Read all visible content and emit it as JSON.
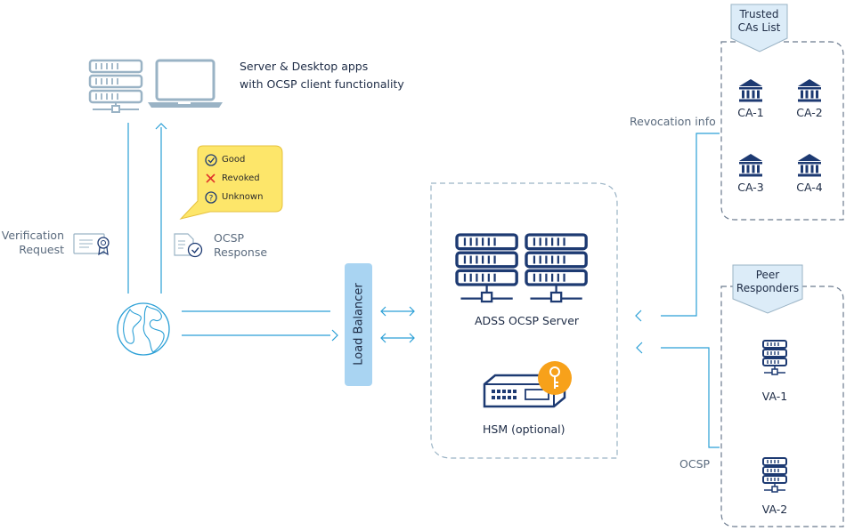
{
  "clients": {
    "line1": "Server & Desktop apps",
    "line2": "with OCSP client functionality"
  },
  "status_bubble": {
    "items": [
      {
        "label": "Good",
        "icon": "check-circle-icon"
      },
      {
        "label": "Revoked",
        "icon": "x-mark-icon"
      },
      {
        "label": "Unknown",
        "icon": "question-circle-icon"
      }
    ]
  },
  "verification": {
    "line1": "Verification",
    "line2": "Request"
  },
  "ocsp_response": {
    "line1": "OCSP",
    "line2": "Response"
  },
  "load_balancer": {
    "label": "Load Balancer"
  },
  "adss": {
    "server_label": "ADSS OCSP Server",
    "hsm_label": "HSM (optional)"
  },
  "trusted": {
    "title_line1": "Trusted",
    "title_line2": "CAs List",
    "cas": [
      "CA-1",
      "CA-2",
      "CA-3",
      "CA-4"
    ]
  },
  "peer": {
    "title_line1": "Peer",
    "title_line2": "Responders",
    "vas": [
      "VA-1",
      "VA-2"
    ]
  },
  "links": {
    "revocation": "Revocation info",
    "ocsp": "OCSP"
  },
  "colors": {
    "accent": "#2a9fd6",
    "navy": "#1d3a72",
    "bubble": "#fde66a",
    "orange": "#f7a11a",
    "lb": "#a9d4f2"
  }
}
